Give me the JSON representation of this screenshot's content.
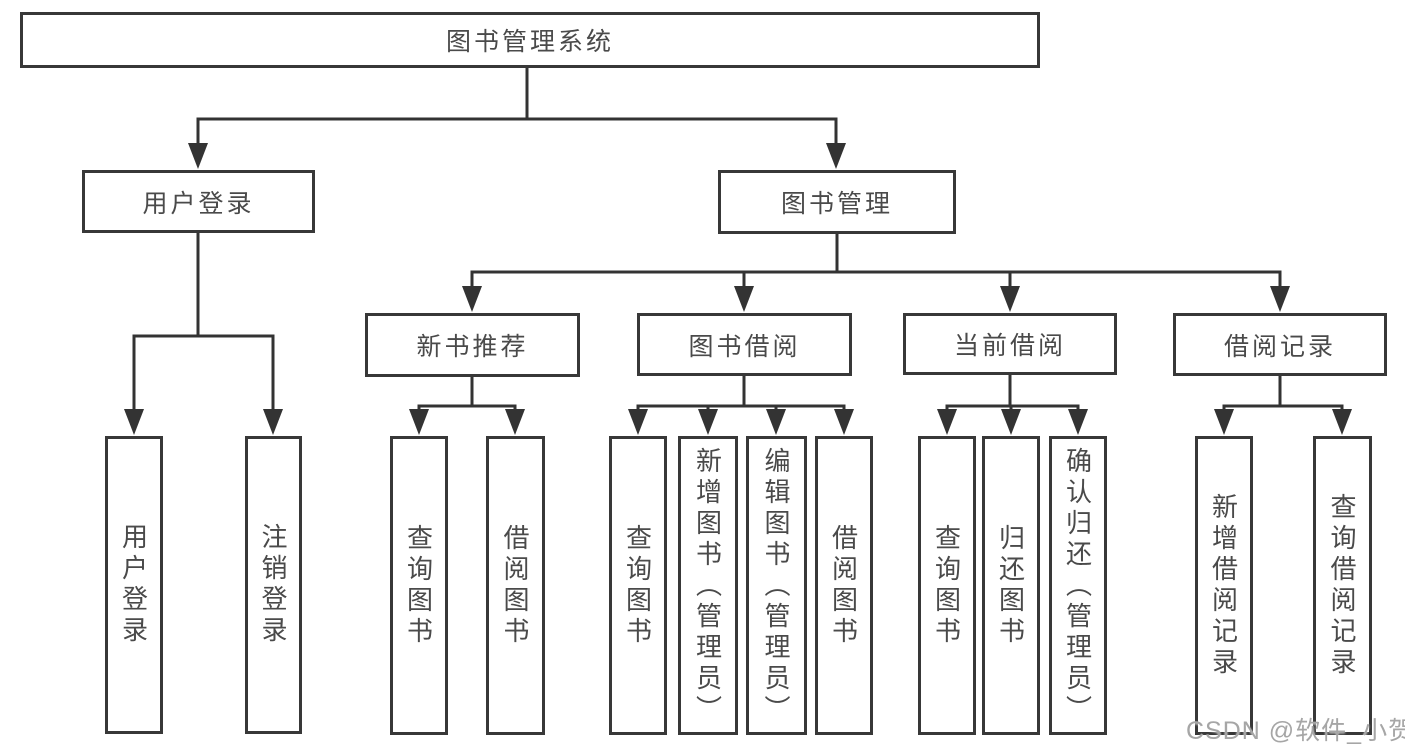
{
  "title": "图书管理系统",
  "watermark": {
    "text": "CSDN @软件_小贺同学"
  },
  "colors": {
    "line": "#333333",
    "box_border": "#383838",
    "text": "#4a4a4a",
    "watermark": "#a6a6a6",
    "background": "#ffffff"
  },
  "tree": {
    "label": "图书管理系统",
    "children": [
      {
        "label": "用户登录",
        "children": [
          {
            "label": "用户登录"
          },
          {
            "label": "注销登录"
          }
        ]
      },
      {
        "label": "图书管理",
        "children": [
          {
            "label": "新书推荐",
            "children": [
              {
                "label": "查询图书"
              },
              {
                "label": "借阅图书"
              }
            ]
          },
          {
            "label": "图书借阅",
            "children": [
              {
                "label": "查询图书"
              },
              {
                "label": "新增图书（管理员）"
              },
              {
                "label": "编辑图书（管理员）"
              },
              {
                "label": "借阅图书"
              }
            ]
          },
          {
            "label": "当前借阅",
            "children": [
              {
                "label": "查询图书"
              },
              {
                "label": "归还图书"
              },
              {
                "label": "确认归还（管理员）"
              }
            ]
          },
          {
            "label": "借阅记录",
            "children": [
              {
                "label": "新增借阅记录"
              },
              {
                "label": "查询借阅记录"
              }
            ]
          }
        ]
      }
    ]
  }
}
